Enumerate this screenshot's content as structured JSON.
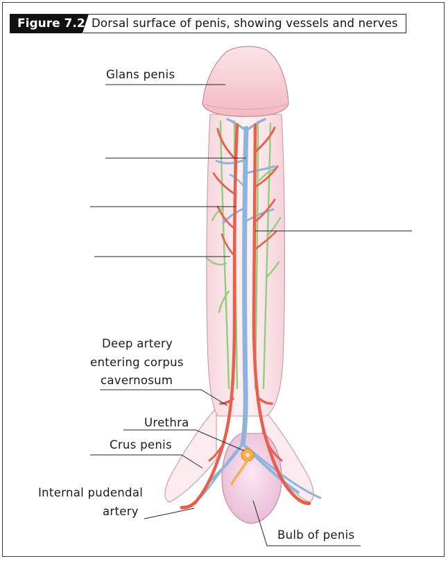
{
  "figure": {
    "number": "Figure 7.2",
    "caption": "Dorsal surface of penis, showing vessels and nerves"
  },
  "labels": {
    "glans": "Glans penis",
    "deep_artery_1": "Deep artery",
    "deep_artery_2": "entering corpus",
    "deep_artery_3": "cavernosum",
    "urethra": "Urethra",
    "crus": "Crus penis",
    "pudendal_1": "Internal pudendal",
    "pudendal_2": "artery",
    "bulb": "Bulb of penis"
  },
  "colors": {
    "skin": "#f9e3e8",
    "glans": "#f6c9d0",
    "artery": "#e8604c",
    "vein": "#8fb4dc",
    "nerve": "#8fcf7a",
    "bulb": "#efc5df",
    "urethra": "#f4b04a"
  }
}
